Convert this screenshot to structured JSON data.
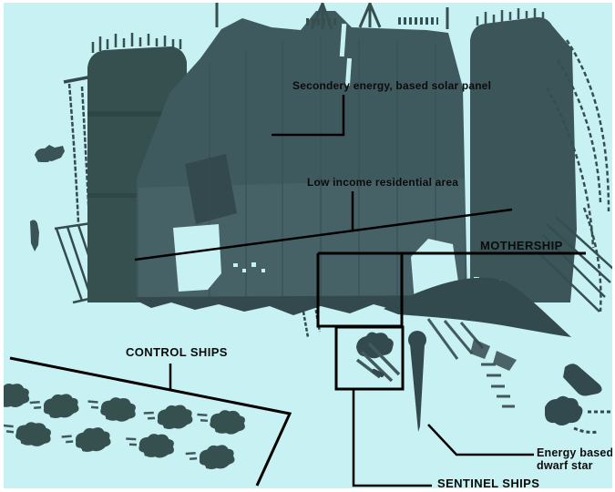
{
  "scene": {
    "description": "Annotated concept artwork of a derelict mothership fleet",
    "colors": {
      "background": "#c7f1f3",
      "frame": "#ffffff",
      "structure_dark": "#324a4e",
      "structure_mid": "#3f5a5e",
      "structure_light": "#4a6569",
      "annotation_line": "#000000",
      "label_text": "#0b0b0b"
    }
  },
  "annotations": {
    "solar_panel_label": "Secondery energy, based solar panel",
    "residential_label": "Low income residential area",
    "mothership_label": "MOTHERSHIP",
    "control_ships_label": "CONTROL SHIPS",
    "sentinel_ships_label": "SENTINEL SHIPS",
    "dwarf_star_label_line1": "Energy based",
    "dwarf_star_label_line2": "dwarf star"
  }
}
